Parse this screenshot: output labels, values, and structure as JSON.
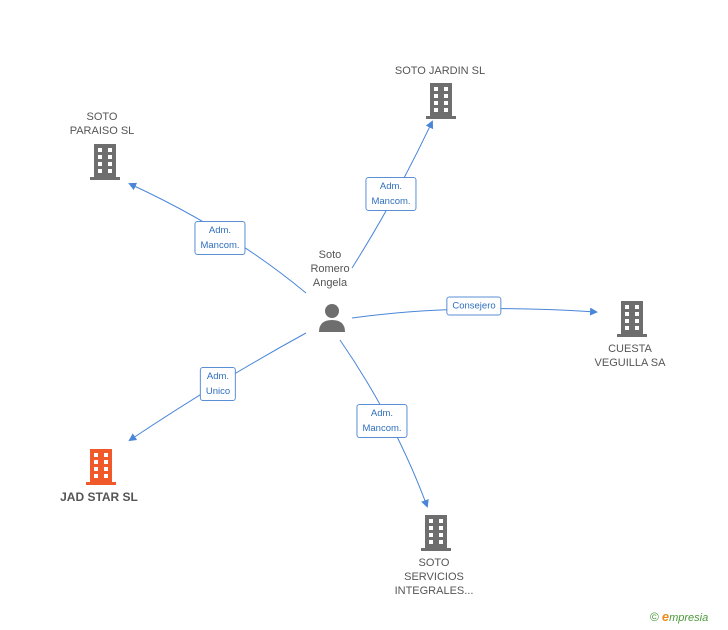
{
  "center": {
    "name_lines": [
      "Soto",
      "Romero",
      "Angela"
    ],
    "icon": "person-icon"
  },
  "companies": [
    {
      "id": "soto-jardin",
      "name_lines": [
        "SOTO JARDIN SL"
      ],
      "icon": "building-icon",
      "highlight": false
    },
    {
      "id": "soto-paraiso",
      "name_lines": [
        "SOTO",
        "PARAISO SL"
      ],
      "icon": "building-icon",
      "highlight": false
    },
    {
      "id": "cuesta-veguilla",
      "name_lines": [
        "CUESTA",
        "VEGUILLA SA"
      ],
      "icon": "building-icon",
      "highlight": false
    },
    {
      "id": "jad-star",
      "name_lines": [
        "JAD STAR SL"
      ],
      "icon": "building-icon",
      "highlight": true
    },
    {
      "id": "soto-servicios",
      "name_lines": [
        "SOTO",
        "SERVICIOS",
        "INTEGRALES..."
      ],
      "icon": "building-icon",
      "highlight": false
    }
  ],
  "relations": [
    {
      "to": "soto-jardin",
      "label_lines": [
        "Adm.",
        "Mancom."
      ]
    },
    {
      "to": "soto-paraiso",
      "label_lines": [
        "Adm.",
        "Mancom."
      ]
    },
    {
      "to": "cuesta-veguilla",
      "label_lines": [
        "Consejero"
      ]
    },
    {
      "to": "jad-star",
      "label_lines": [
        "Adm.",
        "Unico"
      ]
    },
    {
      "to": "soto-servicios",
      "label_lines": [
        "Adm.",
        "Mancom."
      ]
    }
  ],
  "colors": {
    "edge": "#4a86d8",
    "building": "#6e6e6e",
    "building_highlight": "#f0592a",
    "person": "#6e6e6e"
  },
  "brand": {
    "copyright": "©",
    "initial": "e",
    "name": "mpresia"
  }
}
